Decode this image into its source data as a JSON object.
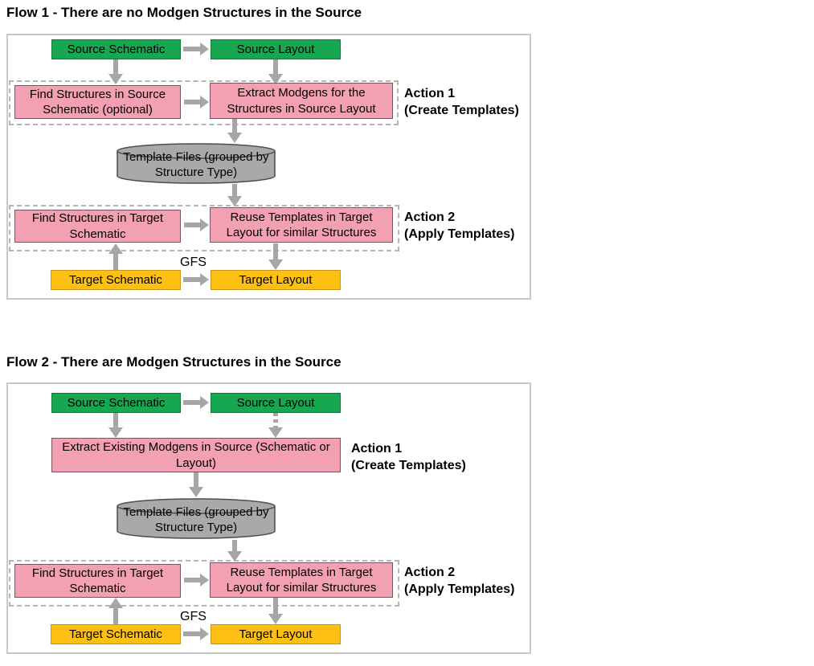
{
  "colors": {
    "source_box_green": "#17a751",
    "action_box_pink": "#f2a0b2",
    "target_box_orange": "#fdc013",
    "cylinder_gray": "#a9a9a9",
    "arrow_gray": "#a6a6a6",
    "frame_gray": "#c9c9c9",
    "dashed_group_gray": "#b5b5b5",
    "text_black": "#000000"
  },
  "flow1": {
    "title": "Flow 1 - There are no Modgen Structures in the Source",
    "source_schematic": "Source Schematic",
    "source_layout": "Source Layout",
    "find_structures_source": "Find Structures in Source Schematic (optional)",
    "extract_modgens": "Extract Modgens for the Structures in Source Layout",
    "action1_line1": "Action 1",
    "action1_line2": "(Create Templates)",
    "template_files": "Template Files (grouped by Structure Type)",
    "find_structures_target": "Find Structures in Target Schematic",
    "reuse_templates": "Reuse Templates in Target Layout for similar Structures",
    "action2_line1": "Action 2",
    "action2_line2": "(Apply Templates)",
    "gfs_label": "GFS",
    "target_schematic": "Target Schematic",
    "target_layout": "Target Layout"
  },
  "flow2": {
    "title": "Flow 2 - There are Modgen Structures in the Source",
    "source_schematic": "Source Schematic",
    "source_layout": "Source Layout",
    "extract_existing_modgens": "Extract Existing Modgens in Source (Schematic or Layout)",
    "action1_line1": "Action 1",
    "action1_line2": "(Create Templates)",
    "template_files": "Template Files (grouped by Structure Type)",
    "find_structures_target": "Find Structures in Target Schematic",
    "reuse_templates": "Reuse Templates in Target Layout for similar Structures",
    "action2_line1": "Action 2",
    "action2_line2": "(Apply Templates)",
    "gfs_label": "GFS",
    "target_schematic": "Target Schematic",
    "target_layout": "Target Layout"
  }
}
